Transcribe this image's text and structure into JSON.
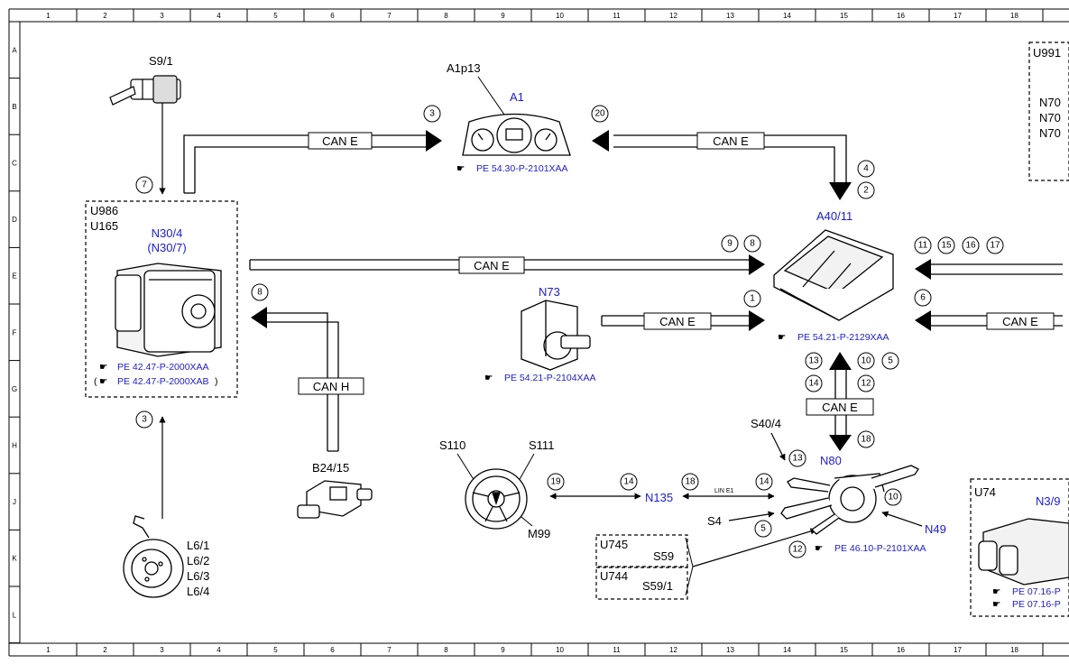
{
  "grid": {
    "columns": [
      "1",
      "2",
      "3",
      "4",
      "5",
      "6",
      "7",
      "8",
      "9",
      "10",
      "11",
      "12",
      "13",
      "14",
      "15",
      "16",
      "17",
      "18"
    ],
    "rows": [
      "A",
      "B",
      "C",
      "D",
      "E",
      "F",
      "G",
      "H",
      "J",
      "K",
      "L"
    ]
  },
  "components": {
    "s9_1": "S9/1",
    "a1p13": "A1p13",
    "a1": "A1",
    "a1_ref": "PE 54.30-P-2101XAA",
    "u986": "U986",
    "u165": "U165",
    "n30_4": "N30/4",
    "n30_7": "(N30/7)",
    "n30_ref1": "PE 42.47-P-2000XAA",
    "n30_ref2_open": "(",
    "n30_ref2": "PE 42.47-P-2000XAB",
    "n30_ref2_close": ")",
    "a40_11": "A40/11",
    "a40_ref": "PE 54.21-P-2129XAA",
    "n73": "N73",
    "n73_ref": "PE 54.21-P-2104XAA",
    "b24_15": "B24/15",
    "l6_1": "L6/1",
    "l6_2": "L6/2",
    "l6_3": "L6/3",
    "l6_4": "L6/4",
    "s110": "S110",
    "s111": "S111",
    "m99": "M99",
    "n135": "N135",
    "lin_e1": "LIN E1",
    "s40_4": "S40/4",
    "n80": "N80",
    "s4": "S4",
    "n49": "N49",
    "n80_ref": "PE 46.10-P-2101XAA",
    "u745": "U745",
    "s59": "S59",
    "u744": "U744",
    "s59_1": "S59/1",
    "u991": "U991",
    "n70_a": "N70",
    "n70_b": "N70",
    "n70_c": "N70",
    "u74": "U74",
    "n3_9": "N3/9",
    "u74_ref1": "PE 07.16-P",
    "u74_ref2": "PE 07.16-P"
  },
  "buses": {
    "can_e": "CAN E",
    "can_h": "CAN H"
  },
  "signals": {
    "s3_a1": "3",
    "s20": "20",
    "s4_a40": "4",
    "s2": "2",
    "s7": "7",
    "s9": "9",
    "s8_a40": "8",
    "s11": "11",
    "s15": "15",
    "s16": "16",
    "s17": "17",
    "s8_n30": "8",
    "s1": "1",
    "s6": "6",
    "s13_a": "13",
    "s10_a": "10",
    "s5_a": "5",
    "s14_a": "14",
    "s12_a": "12",
    "s3_n30": "3",
    "s18_a": "18",
    "s13_b": "13",
    "s19": "19",
    "s14_b": "14",
    "s18_b": "18",
    "s14_c": "14",
    "s10_b": "10",
    "s5_b": "5",
    "s12_b": "12"
  },
  "colors": {
    "designation": "#1c1ccf",
    "line": "#000000"
  }
}
